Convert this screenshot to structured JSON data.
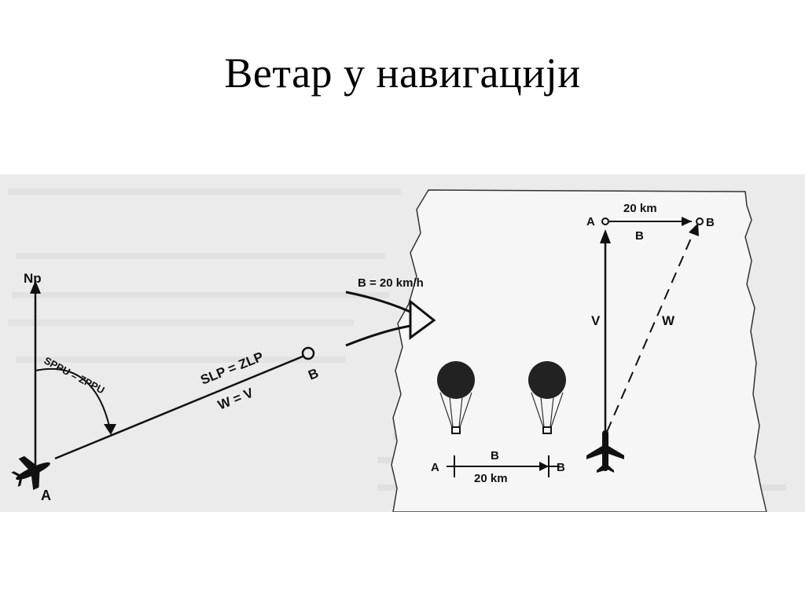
{
  "slide": {
    "title": "Ветар у навигацији"
  },
  "left_diagram": {
    "north_label": "Np",
    "heading_arc_label": "SPPU = ZPPU",
    "track_label": "SLP = ZLP",
    "speed_label": "W = V",
    "start_point": "A",
    "end_point": "B",
    "icons": [
      "airplane-icon",
      "north-arrow-icon"
    ]
  },
  "middle_diagram": {
    "wind_label": "B = 20 km/h",
    "drift_distance": "20 km",
    "drift_letter": "B",
    "start_point": "A",
    "end_point": "B",
    "icons": [
      "wind-arrow-icon",
      "balloon-icon",
      "balloon-icon"
    ]
  },
  "right_diagram": {
    "drift_distance": "20 km",
    "drift_letter": "B",
    "start_point": "A",
    "end_point": "B",
    "airspeed_label": "V",
    "groundspeed_label": "W",
    "icons": [
      "airplane-icon"
    ]
  },
  "colors": {
    "background": "#ffffff",
    "scan_background": "#ebebeb",
    "ink": "#111111"
  }
}
